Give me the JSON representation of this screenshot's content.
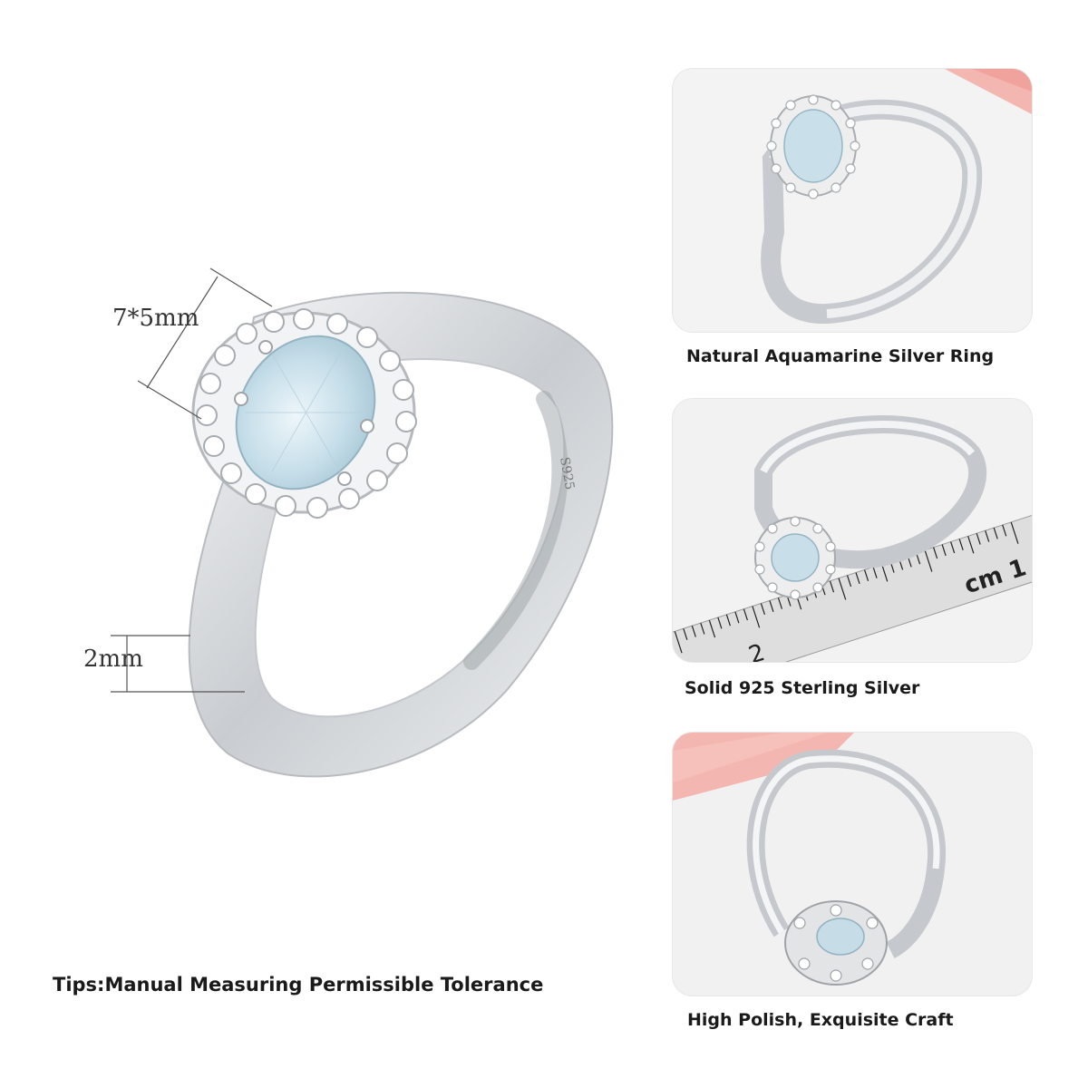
{
  "main": {
    "gem_size_label": "7*5mm",
    "band_width_label": "2mm",
    "hallmark": "S925",
    "tips": "Tips:Manual Measuring Permissible Tolerance"
  },
  "cards": [
    {
      "caption": "Natural Aquamarine Silver Ring"
    },
    {
      "caption": "Solid 925 Sterling Silver",
      "ruler_labels": [
        "2",
        "cm 1"
      ]
    },
    {
      "caption": "High Polish, Exquisite Craft"
    }
  ],
  "colors": {
    "aquamarine": "#cfe4ee",
    "silver": "#d9dcdf",
    "accent_ribbon": "#f4b6b0"
  }
}
